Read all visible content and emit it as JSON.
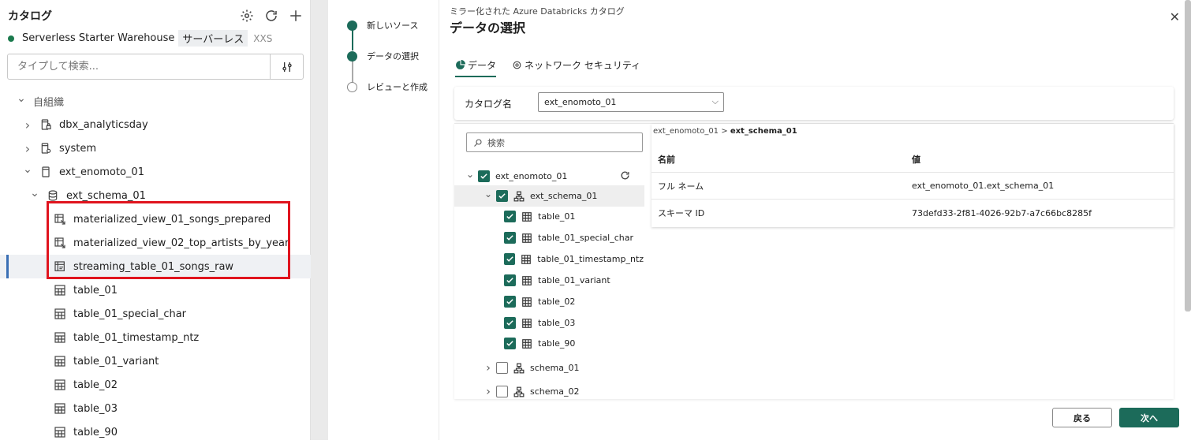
{
  "catalog_panel": {
    "title": "カタログ",
    "warehouse_name": "Serverless Starter Warehouse",
    "warehouse_badge": "サーバーレス",
    "warehouse_size": "XXS",
    "search_placeholder": "タイプして検索...",
    "tree": [
      {
        "label": "自組織",
        "indent": 0,
        "chevron": "down",
        "icon": "none"
      },
      {
        "label": "dbx_analyticsday",
        "indent": 1,
        "chevron": "right",
        "icon": "catalog-lock-icon"
      },
      {
        "label": "system",
        "indent": 1,
        "chevron": "right",
        "icon": "catalog-gear-icon"
      },
      {
        "label": "ext_enomoto_01",
        "indent": 1,
        "chevron": "down",
        "icon": "catalog-icon"
      },
      {
        "label": "ext_schema_01",
        "indent": 2,
        "chevron": "down",
        "icon": "database-icon"
      },
      {
        "label": "materialized_view_01_songs_prepared",
        "indent": 3,
        "chevron": "none",
        "icon": "materialized-view-icon"
      },
      {
        "label": "materialized_view_02_top_artists_by_year",
        "indent": 3,
        "chevron": "none",
        "icon": "materialized-view-icon"
      },
      {
        "label": "streaming_table_01_songs_raw",
        "indent": 3,
        "chevron": "none",
        "icon": "streaming-table-icon",
        "selected": true
      },
      {
        "label": "table_01",
        "indent": 3,
        "chevron": "none",
        "icon": "table-icon"
      },
      {
        "label": "table_01_special_char",
        "indent": 3,
        "chevron": "none",
        "icon": "table-icon"
      },
      {
        "label": "table_01_timestamp_ntz",
        "indent": 3,
        "chevron": "none",
        "icon": "table-icon"
      },
      {
        "label": "table_01_variant",
        "indent": 3,
        "chevron": "none",
        "icon": "table-icon"
      },
      {
        "label": "table_02",
        "indent": 3,
        "chevron": "none",
        "icon": "table-icon"
      },
      {
        "label": "table_03",
        "indent": 3,
        "chevron": "none",
        "icon": "table-icon"
      },
      {
        "label": "table_90",
        "indent": 3,
        "chevron": "none",
        "icon": "table-icon"
      }
    ]
  },
  "wizard": {
    "steps": [
      {
        "label": "新しいソース",
        "state": "done"
      },
      {
        "label": "データの選択",
        "state": "current"
      },
      {
        "label": "レビューと作成",
        "state": "todo"
      }
    ]
  },
  "main": {
    "subtitle": "ミラー化された Azure Databricks カタログ",
    "title": "データの選択",
    "tabs": [
      {
        "label": "データ",
        "icon": "pie-chart-icon",
        "active": true
      },
      {
        "label": "ネットワーク セキュリティ",
        "icon": "gear-icon",
        "active": false
      }
    ],
    "catalog_label": "カタログ名",
    "catalog_value": "ext_enomoto_01",
    "inner_search_placeholder": "検索",
    "selector_tree": [
      {
        "label": "ext_enomoto_01",
        "level": 0,
        "checked": true,
        "chevron": "down",
        "icon": "none",
        "refresh": true
      },
      {
        "label": "ext_schema_01",
        "level": 1,
        "checked": true,
        "chevron": "down",
        "icon": "schema-icon",
        "highlight": true
      },
      {
        "label": "table_01",
        "level": 2,
        "checked": true,
        "chevron": "none",
        "icon": "table-icon"
      },
      {
        "label": "table_01_special_char",
        "level": 2,
        "checked": true,
        "chevron": "none",
        "icon": "table-icon"
      },
      {
        "label": "table_01_timestamp_ntz",
        "level": 2,
        "checked": true,
        "chevron": "none",
        "icon": "table-icon"
      },
      {
        "label": "table_01_variant",
        "level": 2,
        "checked": true,
        "chevron": "none",
        "icon": "table-icon"
      },
      {
        "label": "table_02",
        "level": 2,
        "checked": true,
        "chevron": "none",
        "icon": "table-icon"
      },
      {
        "label": "table_03",
        "level": 2,
        "checked": true,
        "chevron": "none",
        "icon": "table-icon"
      },
      {
        "label": "table_90",
        "level": 2,
        "checked": true,
        "chevron": "none",
        "icon": "table-icon"
      },
      {
        "label": "schema_01",
        "level": 1,
        "checked": false,
        "chevron": "right",
        "icon": "schema-icon"
      },
      {
        "label": "schema_02",
        "level": 1,
        "checked": false,
        "chevron": "right",
        "icon": "schema-icon"
      }
    ],
    "detail": {
      "path_parent": "ext_enomoto_01",
      "path_separator": ">",
      "path_current": "ext_schema_01",
      "header_name": "名前",
      "header_value": "値",
      "rows": [
        {
          "name": "フル ネーム",
          "value": "ext_enomoto_01.ext_schema_01"
        },
        {
          "name": "スキーマ ID",
          "value": "73defd33-2f81-4026-92b7-a7c66bc8285f"
        }
      ]
    },
    "back_label": "戻る",
    "next_label": "次へ"
  },
  "colors": {
    "accent": "#1c6b5a",
    "highlight_box": "#e0141e",
    "status_dot": "#1b7a4d"
  }
}
